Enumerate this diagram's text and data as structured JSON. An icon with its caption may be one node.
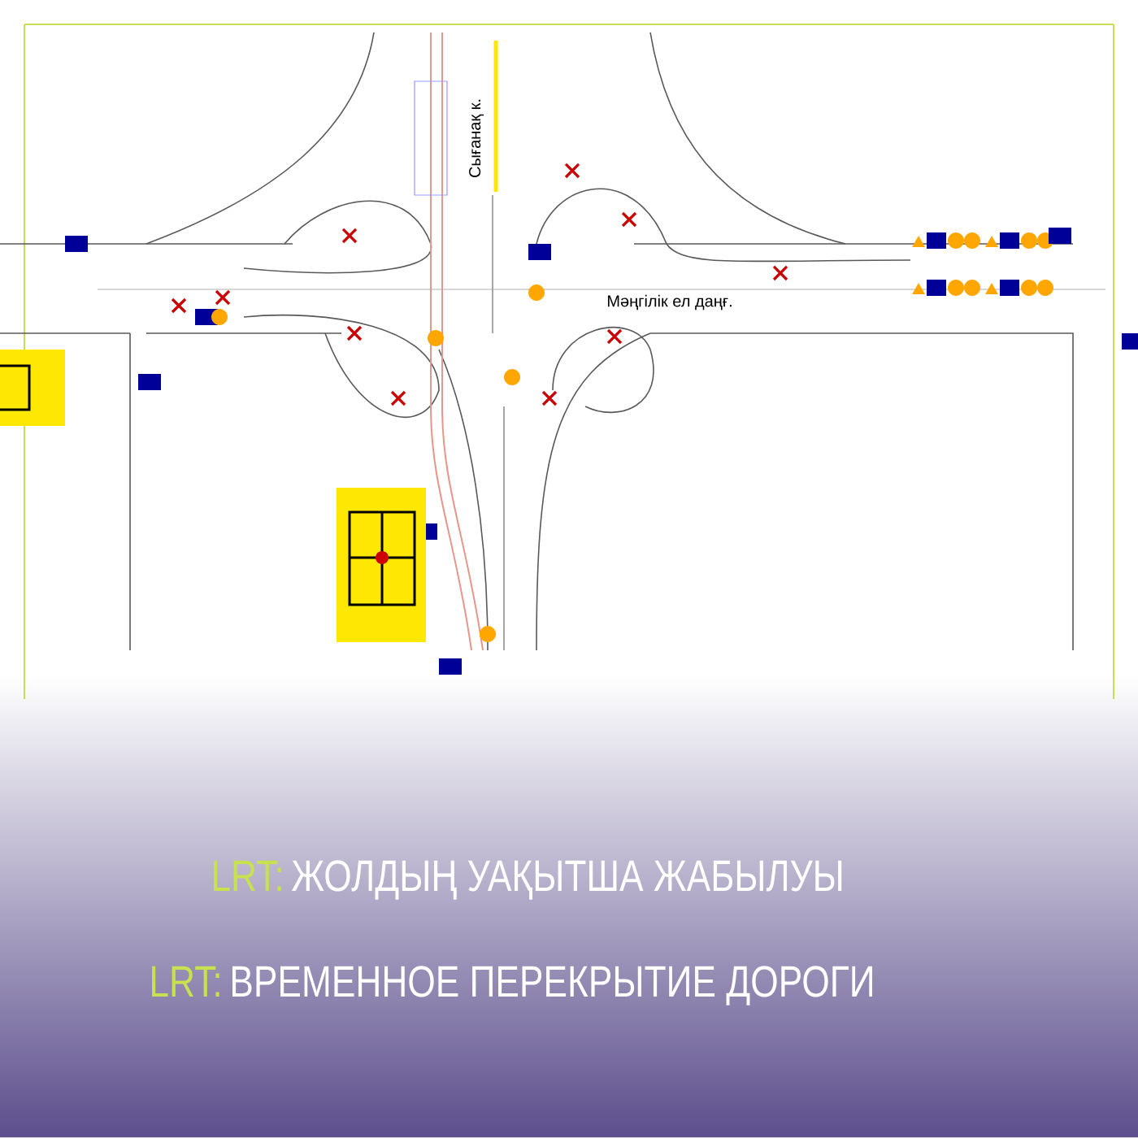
{
  "diagram": {
    "labels": [
      "Сығанақ к.",
      "Мәңгілік ел даңғ.",
      "LRT:",
      "ЖОЛДЫҢ УАҚЫТША ЖАБЫЛУЫ",
      "LRT:",
      "ВРЕМЕННОЕ ПЕРЕКРЫТИЕ ДОРОГИ"
    ]
  }
}
